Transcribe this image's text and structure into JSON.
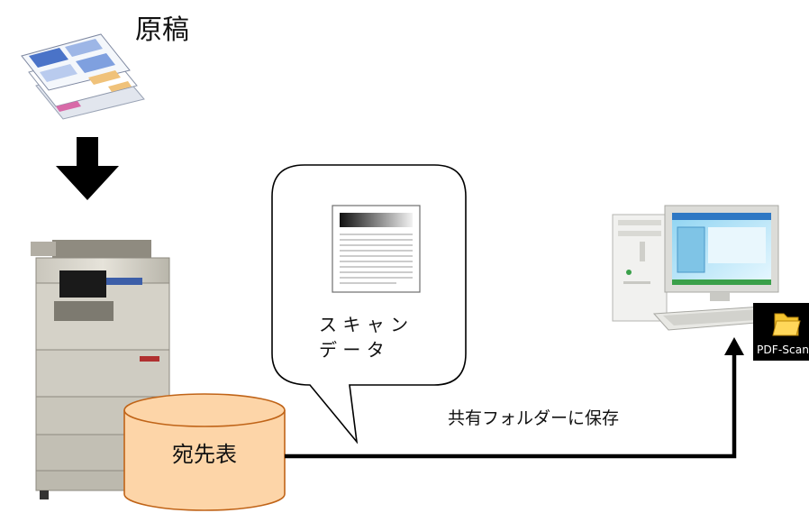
{
  "labels": {
    "original": "原稿",
    "scan_line1": "ス キ ャ ン",
    "scan_line2": "デ ー タ",
    "destination_table": "宛先表",
    "save_to_shared_folder": "共有フォルダーに保存",
    "folder_name": "PDF-Scan"
  },
  "colors": {
    "cylinder_fill": "#fdd5a8",
    "cylinder_stroke": "#c06418",
    "arrow": "#000000",
    "monitor_screen": "#bfe9f8",
    "monitor_titlebar": "#2f78c4",
    "folder": "#f4c430"
  }
}
